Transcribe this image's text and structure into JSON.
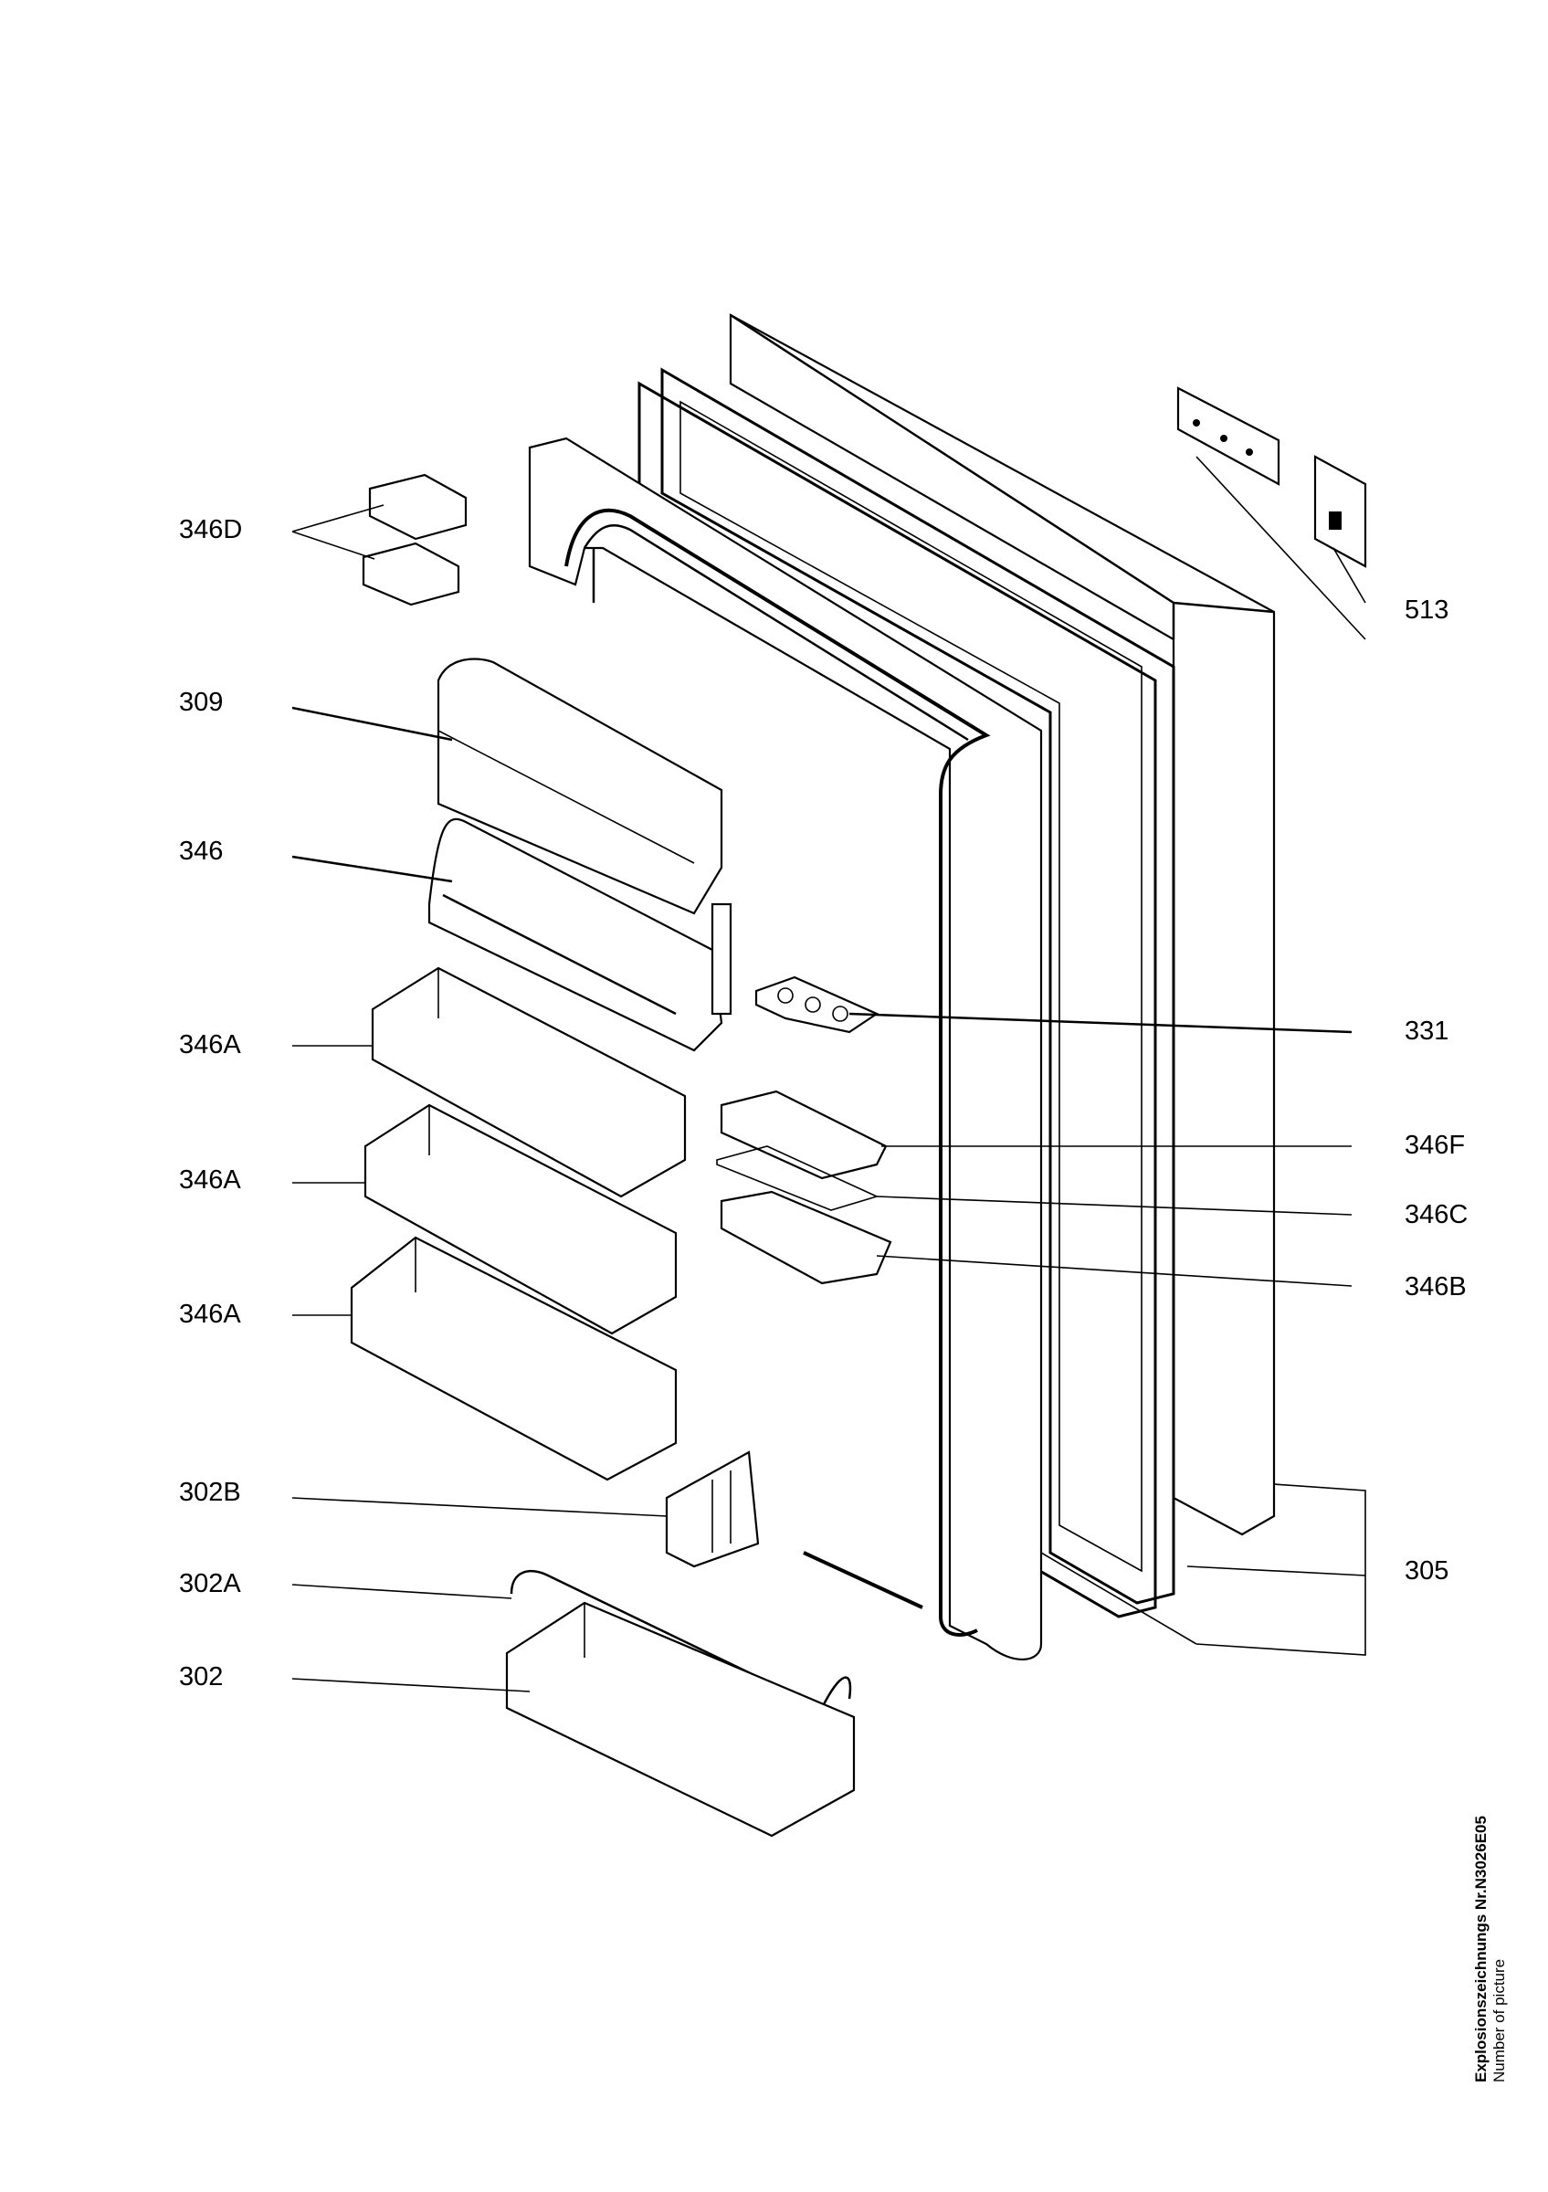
{
  "title": "",
  "labels": {
    "l346D": "346D",
    "l309": "309",
    "l346": "346",
    "l346A_1": "346A",
    "l346A_2": "346A",
    "l346A_3": "346A",
    "l302B": "302B",
    "l302A": "302A",
    "l302": "302",
    "l513": "513",
    "l331": "331",
    "l346F": "346F",
    "l346C": "346C",
    "l346B": "346B",
    "l305": "305"
  },
  "footer": {
    "drawing_no": "Explosionszeichnungs Nr.N3026E05",
    "picture_caption": "Number of picture"
  }
}
